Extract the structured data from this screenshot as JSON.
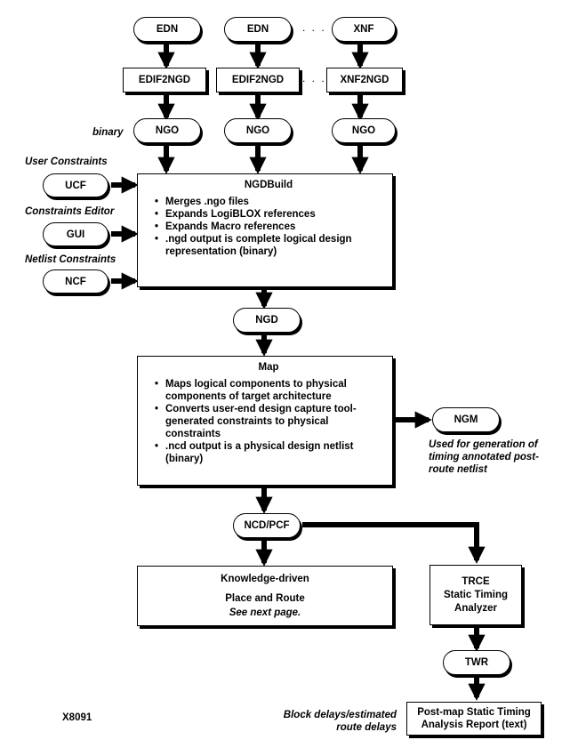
{
  "sources": {
    "edn1": "EDN",
    "edn2": "EDN",
    "xnf": "XNF",
    "dots_top": ". . .",
    "dots_mid": ". . ."
  },
  "converters": {
    "edif2ngd_1": "EDIF2NGD",
    "edif2ngd_2": "EDIF2NGD",
    "xnf2ngd": "XNF2NGD"
  },
  "ngo": {
    "binary_label": "binary",
    "ngo1": "NGO",
    "ngo2": "NGO",
    "ngo3": "NGO"
  },
  "constraints": {
    "user_label": "User Constraints",
    "ucf": "UCF",
    "editor_label": "Constraints Editor",
    "gui": "GUI",
    "netlist_label": "Netlist Constraints",
    "ncf": "NCF"
  },
  "ngdbuild": {
    "title": "NGDBuild",
    "items": [
      "Merges .ngo files",
      "Expands LogiBLOX references",
      "Expands Macro references",
      ".ngd output is complete logical design representation (binary)"
    ]
  },
  "ngd": "NGD",
  "map": {
    "title": "Map",
    "items": [
      "Maps logical components to physical components of target architecture",
      "Converts user-end design capture tool-generated constraints to physical constraints",
      ".ncd output is a physical design netlist (binary)"
    ]
  },
  "ngm": {
    "label": "NGM",
    "note": "Used for generation of timing annotated post-route netlist"
  },
  "ncd_pcf": "NCD/PCF",
  "par": {
    "line1": "Knowledge-driven",
    "line2": "Place and Route",
    "line3": "See next page."
  },
  "trce": {
    "line1": "TRCE",
    "line2": "Static Timing",
    "line3": "Analyzer"
  },
  "twr": "TWR",
  "report": {
    "text": "Post-map Static Timing Analysis Report (text)",
    "note": "Block delays/estimated route delays"
  },
  "figure_id": "X8091"
}
